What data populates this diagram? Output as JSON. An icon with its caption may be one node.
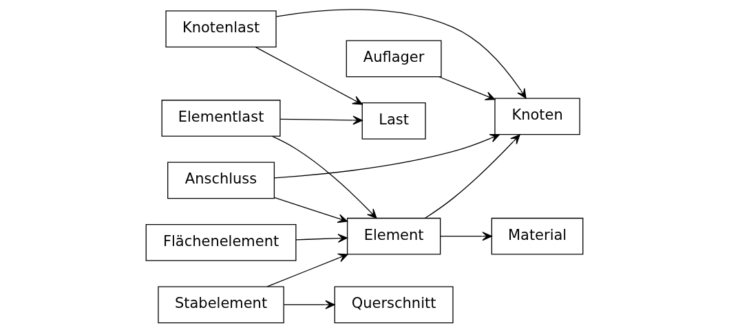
{
  "diagram": {
    "nodes": [
      {
        "text": [
          "Last"
        ]
      },
      {
        "text": [
          "Knoten"
        ]
      },
      {
        "text": [
          "Auflager"
        ]
      },
      {
        "text": [
          "Knotenlast"
        ]
      },
      {
        "text": [
          "Anschluss"
        ]
      },
      {
        "text": [
          "Elementlast"
        ]
      },
      {
        "text": [
          "Element"
        ]
      },
      {
        "text": [
          "Material"
        ]
      },
      {
        "text": [
          "Flächenelement"
        ]
      },
      {
        "text": [
          "Stabelement"
        ]
      },
      {
        "text": [
          "Querschnitt"
        ]
      }
    ],
    "edges": [
      {
        "from": 3,
        "to": 0,
        "arrow": "to"
      },
      {
        "from": 5,
        "to": 0,
        "arrow": "to"
      },
      {
        "from": 3,
        "to": 1,
        "arrow": "to"
      },
      {
        "from": 2,
        "to": 1,
        "arrow": "to"
      },
      {
        "from": 4,
        "to": 1,
        "arrow": "to"
      },
      {
        "from": 6,
        "to": 1,
        "arrow": "to"
      },
      {
        "from": 4,
        "to": 6,
        "arrow": "to"
      },
      {
        "from": 5,
        "to": 6,
        "arrow": "to"
      },
      {
        "from": 6,
        "to": 7,
        "arrow": "to"
      },
      {
        "from": 8,
        "to": 6,
        "arrow": "to"
      },
      {
        "from": 9,
        "to": 6,
        "arrow": "to"
      },
      {
        "from": 9,
        "to": 10,
        "arrow": "to"
      }
    ]
  }
}
